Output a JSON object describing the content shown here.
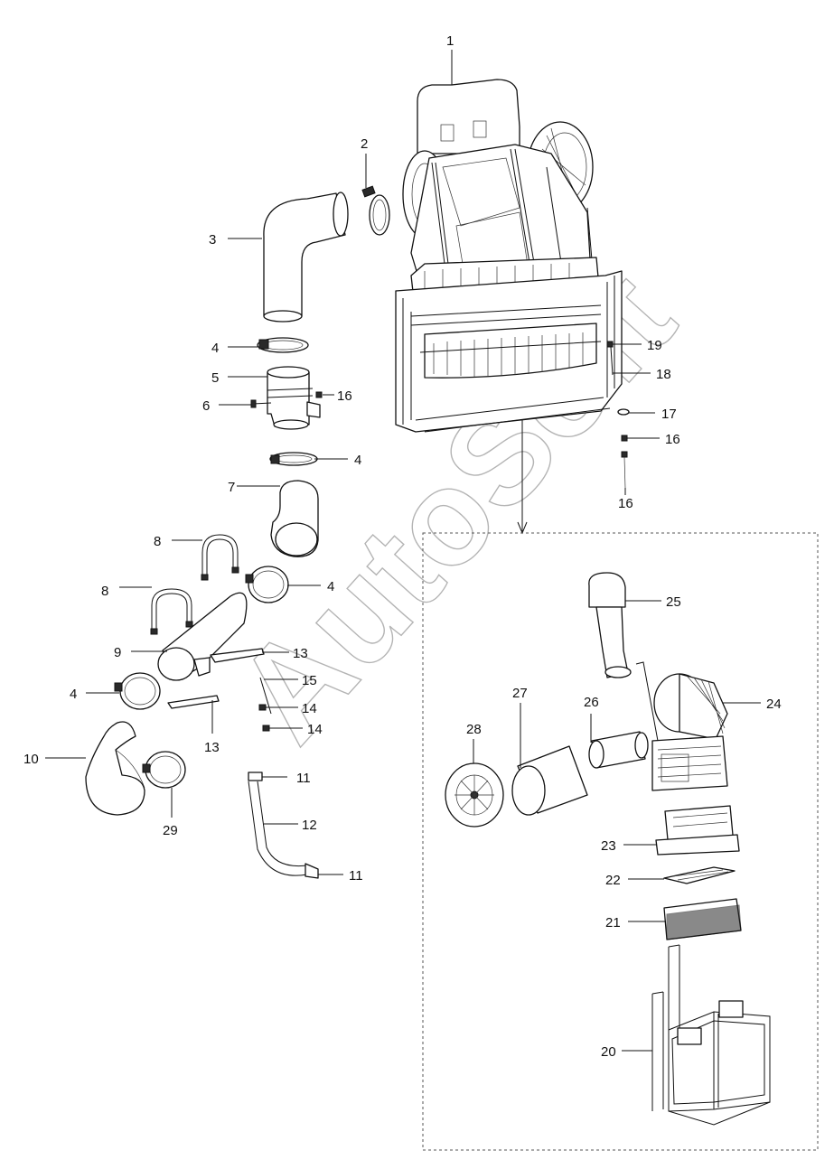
{
  "watermark": "AutoSoft",
  "parts": [
    {
      "id": "1",
      "label": "1"
    },
    {
      "id": "2",
      "label": "2"
    },
    {
      "id": "3",
      "label": "3"
    },
    {
      "id": "4a",
      "label": "4"
    },
    {
      "id": "5",
      "label": "5"
    },
    {
      "id": "6",
      "label": "6"
    },
    {
      "id": "16a",
      "label": "16"
    },
    {
      "id": "4b",
      "label": "4"
    },
    {
      "id": "7",
      "label": "7"
    },
    {
      "id": "8a",
      "label": "8"
    },
    {
      "id": "8b",
      "label": "8"
    },
    {
      "id": "4c",
      "label": "4"
    },
    {
      "id": "9",
      "label": "9"
    },
    {
      "id": "13a",
      "label": "13"
    },
    {
      "id": "4d",
      "label": "4"
    },
    {
      "id": "15",
      "label": "15"
    },
    {
      "id": "14a",
      "label": "14"
    },
    {
      "id": "14b",
      "label": "14"
    },
    {
      "id": "13b",
      "label": "13"
    },
    {
      "id": "10",
      "label": "10"
    },
    {
      "id": "11a",
      "label": "11"
    },
    {
      "id": "12",
      "label": "12"
    },
    {
      "id": "11b",
      "label": "11"
    },
    {
      "id": "29",
      "label": "29"
    },
    {
      "id": "19",
      "label": "19"
    },
    {
      "id": "18",
      "label": "18"
    },
    {
      "id": "17",
      "label": "17"
    },
    {
      "id": "16b",
      "label": "16"
    },
    {
      "id": "16c",
      "label": "16"
    },
    {
      "id": "25",
      "label": "25"
    },
    {
      "id": "24",
      "label": "24"
    },
    {
      "id": "26",
      "label": "26"
    },
    {
      "id": "27",
      "label": "27"
    },
    {
      "id": "28",
      "label": "28"
    },
    {
      "id": "23",
      "label": "23"
    },
    {
      "id": "22",
      "label": "22"
    },
    {
      "id": "21",
      "label": "21"
    },
    {
      "id": "20",
      "label": "20"
    }
  ]
}
